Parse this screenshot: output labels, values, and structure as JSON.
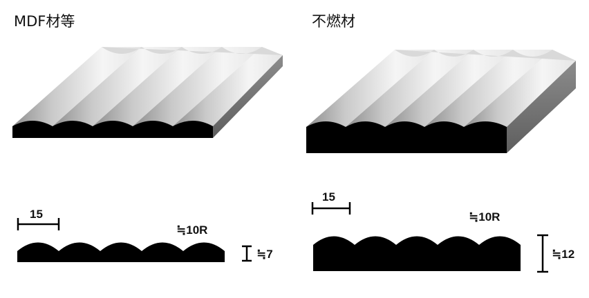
{
  "panels": [
    {
      "title": "MDF材等",
      "pitch_label": "15",
      "radius_label": "≒10R",
      "thickness_label": "≒7"
    },
    {
      "title": "不燃材",
      "pitch_label": "15",
      "radius_label": "≒10R",
      "thickness_label": "≒12"
    }
  ],
  "colors": {
    "section": "#000000",
    "top_light": "#f4f4f4",
    "top_shade": "#9a9a9a",
    "side": "#7f7f7f"
  }
}
